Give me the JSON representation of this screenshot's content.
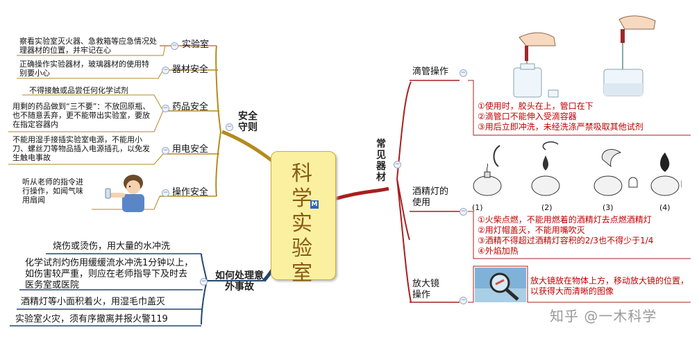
{
  "center": {
    "title": "科学实验室",
    "badge": "M"
  },
  "left_branches": {
    "safety": {
      "title": "安全守则",
      "items": [
        {
          "label": "实验室",
          "note": "察看实验室灭火器、急救箱等应急情况处理器材的位置，并牢记在心"
        },
        {
          "label": "器材安全",
          "note": "正确操作实验器材，玻璃器材的使用特别要小心"
        },
        {
          "label": "药品安全",
          "notes": [
            "不得接触或品尝任何化学试剂",
            "用剩的药品做到“三不要”：不放回原瓶、也不随意丢弃，更不能带出实验室，要放在指定容器内"
          ]
        },
        {
          "label": "用电安全",
          "note": "不能用湿手接插实验室电源，不能用小刀、螺丝刀等物品插入电源插孔，以免发生触电事故"
        },
        {
          "label": "操作安全",
          "note": "听从老师的指令进行操作，如闻气味用扇闻"
        }
      ]
    },
    "accidents": {
      "title": "如何处理意外事故",
      "items": [
        "烧伤或烫伤，用大量的水冲洗",
        "化学试剂灼伤用缓缓流水冲洗1分钟以上，如伤害较严重，则应在老师指导下及时去医务室或医院",
        "酒精灯等小面积着火，用湿毛巾盖灭",
        "实验室火灾，须有序撤离并报火警119"
      ]
    }
  },
  "right_branch": {
    "title": "常见器材",
    "items": [
      {
        "label": "滴管操作",
        "notes": [
          "①使用时，胶头在上，管口在下",
          "②滴管口不能伸入受滴容器",
          "③用后立即冲洗，未经洗涤严禁吸取其他试剂"
        ]
      },
      {
        "label": "酒精灯的使用",
        "figure_labels": [
          "(1)",
          "(2)",
          "(3)",
          "(4)"
        ],
        "notes": [
          "①火柴点燃，不能用燃着的酒精灯去点燃酒精灯",
          "②用灯帽盖灭，不能用嘴吹灭",
          "③酒精不得超过酒精灯容积的2/3也不得少于1/4",
          "④外焰加热"
        ]
      },
      {
        "label": "放大镜操作",
        "note": "放大镜放在物体上方，移动放大镜的位置，以获得大而清晰的图像"
      }
    ]
  },
  "watermark": "知乎 @一木科学",
  "colors": {
    "safety": "#b58a1c",
    "accidents": "#23466e",
    "equipment": "#a81e1e",
    "center_fill": "#faf0a0",
    "note_red": "#c00000"
  }
}
